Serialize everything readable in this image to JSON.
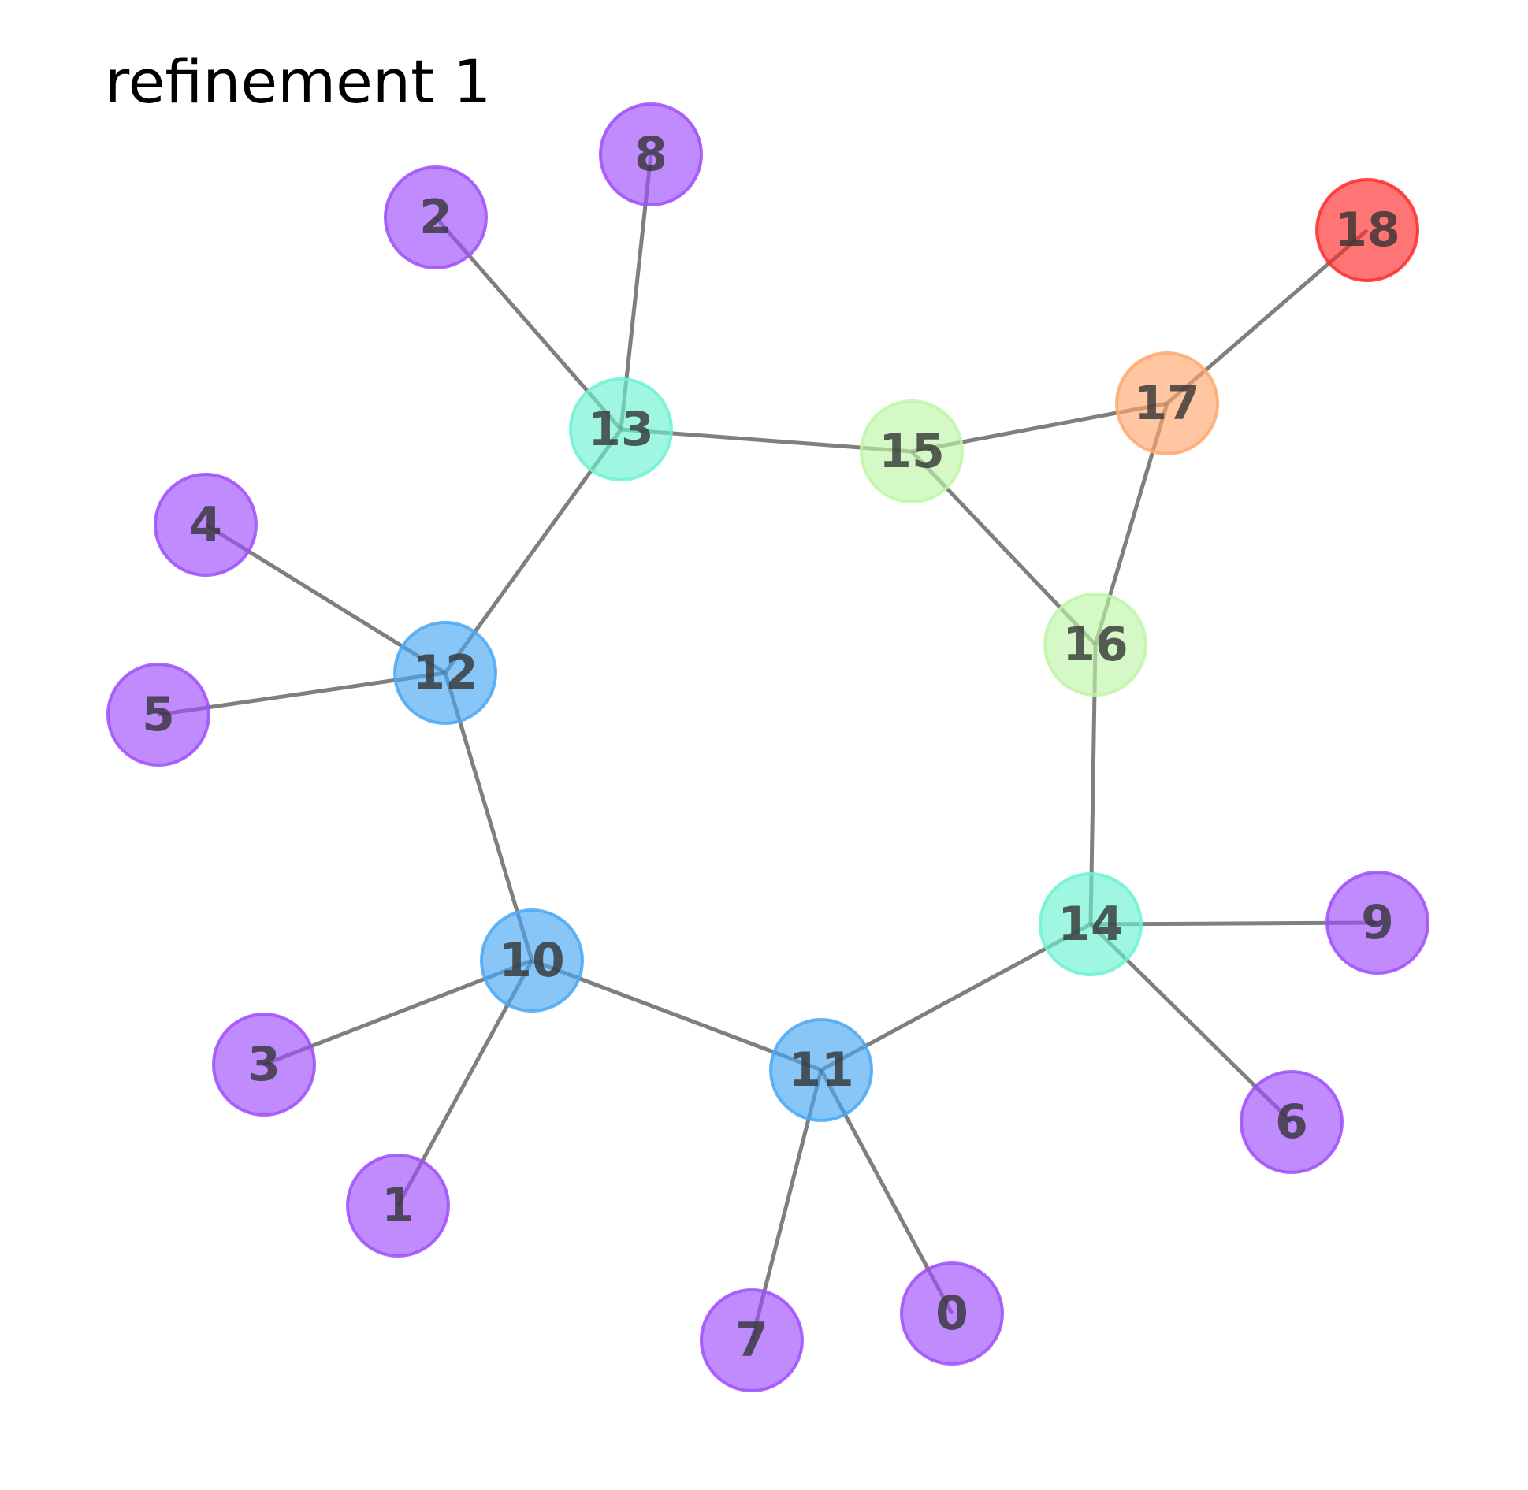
{
  "title": "refinement 1",
  "colors": {
    "purple": "#9d4dfc",
    "blue": "#4aa8f4",
    "teal": "#6cf2d2",
    "lightgreen": "#bff6a7",
    "orange": "#ffa86f",
    "red": "#ff2b2b"
  },
  "nodes": [
    {
      "id": "0",
      "color": "purple"
    },
    {
      "id": "1",
      "color": "purple"
    },
    {
      "id": "2",
      "color": "purple"
    },
    {
      "id": "3",
      "color": "purple"
    },
    {
      "id": "4",
      "color": "purple"
    },
    {
      "id": "5",
      "color": "purple"
    },
    {
      "id": "6",
      "color": "purple"
    },
    {
      "id": "7",
      "color": "purple"
    },
    {
      "id": "8",
      "color": "purple"
    },
    {
      "id": "9",
      "color": "purple"
    },
    {
      "id": "10",
      "color": "blue"
    },
    {
      "id": "11",
      "color": "blue"
    },
    {
      "id": "12",
      "color": "blue"
    },
    {
      "id": "13",
      "color": "teal"
    },
    {
      "id": "14",
      "color": "teal"
    },
    {
      "id": "15",
      "color": "lightgreen"
    },
    {
      "id": "16",
      "color": "lightgreen"
    },
    {
      "id": "17",
      "color": "orange"
    },
    {
      "id": "18",
      "color": "red"
    }
  ],
  "edges": [
    [
      "2",
      "13"
    ],
    [
      "8",
      "13"
    ],
    [
      "13",
      "15"
    ],
    [
      "13",
      "12"
    ],
    [
      "15",
      "17"
    ],
    [
      "15",
      "16"
    ],
    [
      "17",
      "18"
    ],
    [
      "17",
      "16"
    ],
    [
      "16",
      "14"
    ],
    [
      "4",
      "12"
    ],
    [
      "5",
      "12"
    ],
    [
      "12",
      "10"
    ],
    [
      "10",
      "3"
    ],
    [
      "10",
      "1"
    ],
    [
      "10",
      "11"
    ],
    [
      "11",
      "7"
    ],
    [
      "11",
      "0"
    ],
    [
      "11",
      "14"
    ],
    [
      "14",
      "9"
    ],
    [
      "14",
      "6"
    ]
  ]
}
